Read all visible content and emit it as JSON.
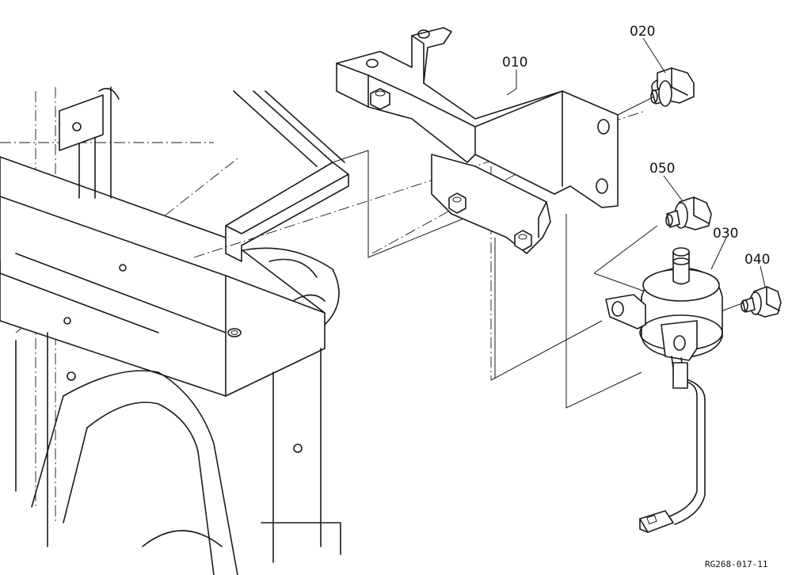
{
  "diagram": {
    "parts": [
      {
        "id": "p010",
        "label": "010",
        "icon": "bracket-icon"
      },
      {
        "id": "p020",
        "label": "020",
        "icon": "flange-bolt-icon"
      },
      {
        "id": "p030",
        "label": "030",
        "icon": "fuel-pump-icon"
      },
      {
        "id": "p040",
        "label": "040",
        "icon": "flange-bolt-icon"
      },
      {
        "id": "p050",
        "label": "050",
        "icon": "flange-bolt-icon"
      }
    ],
    "reference_code": "RG268-017-11"
  }
}
